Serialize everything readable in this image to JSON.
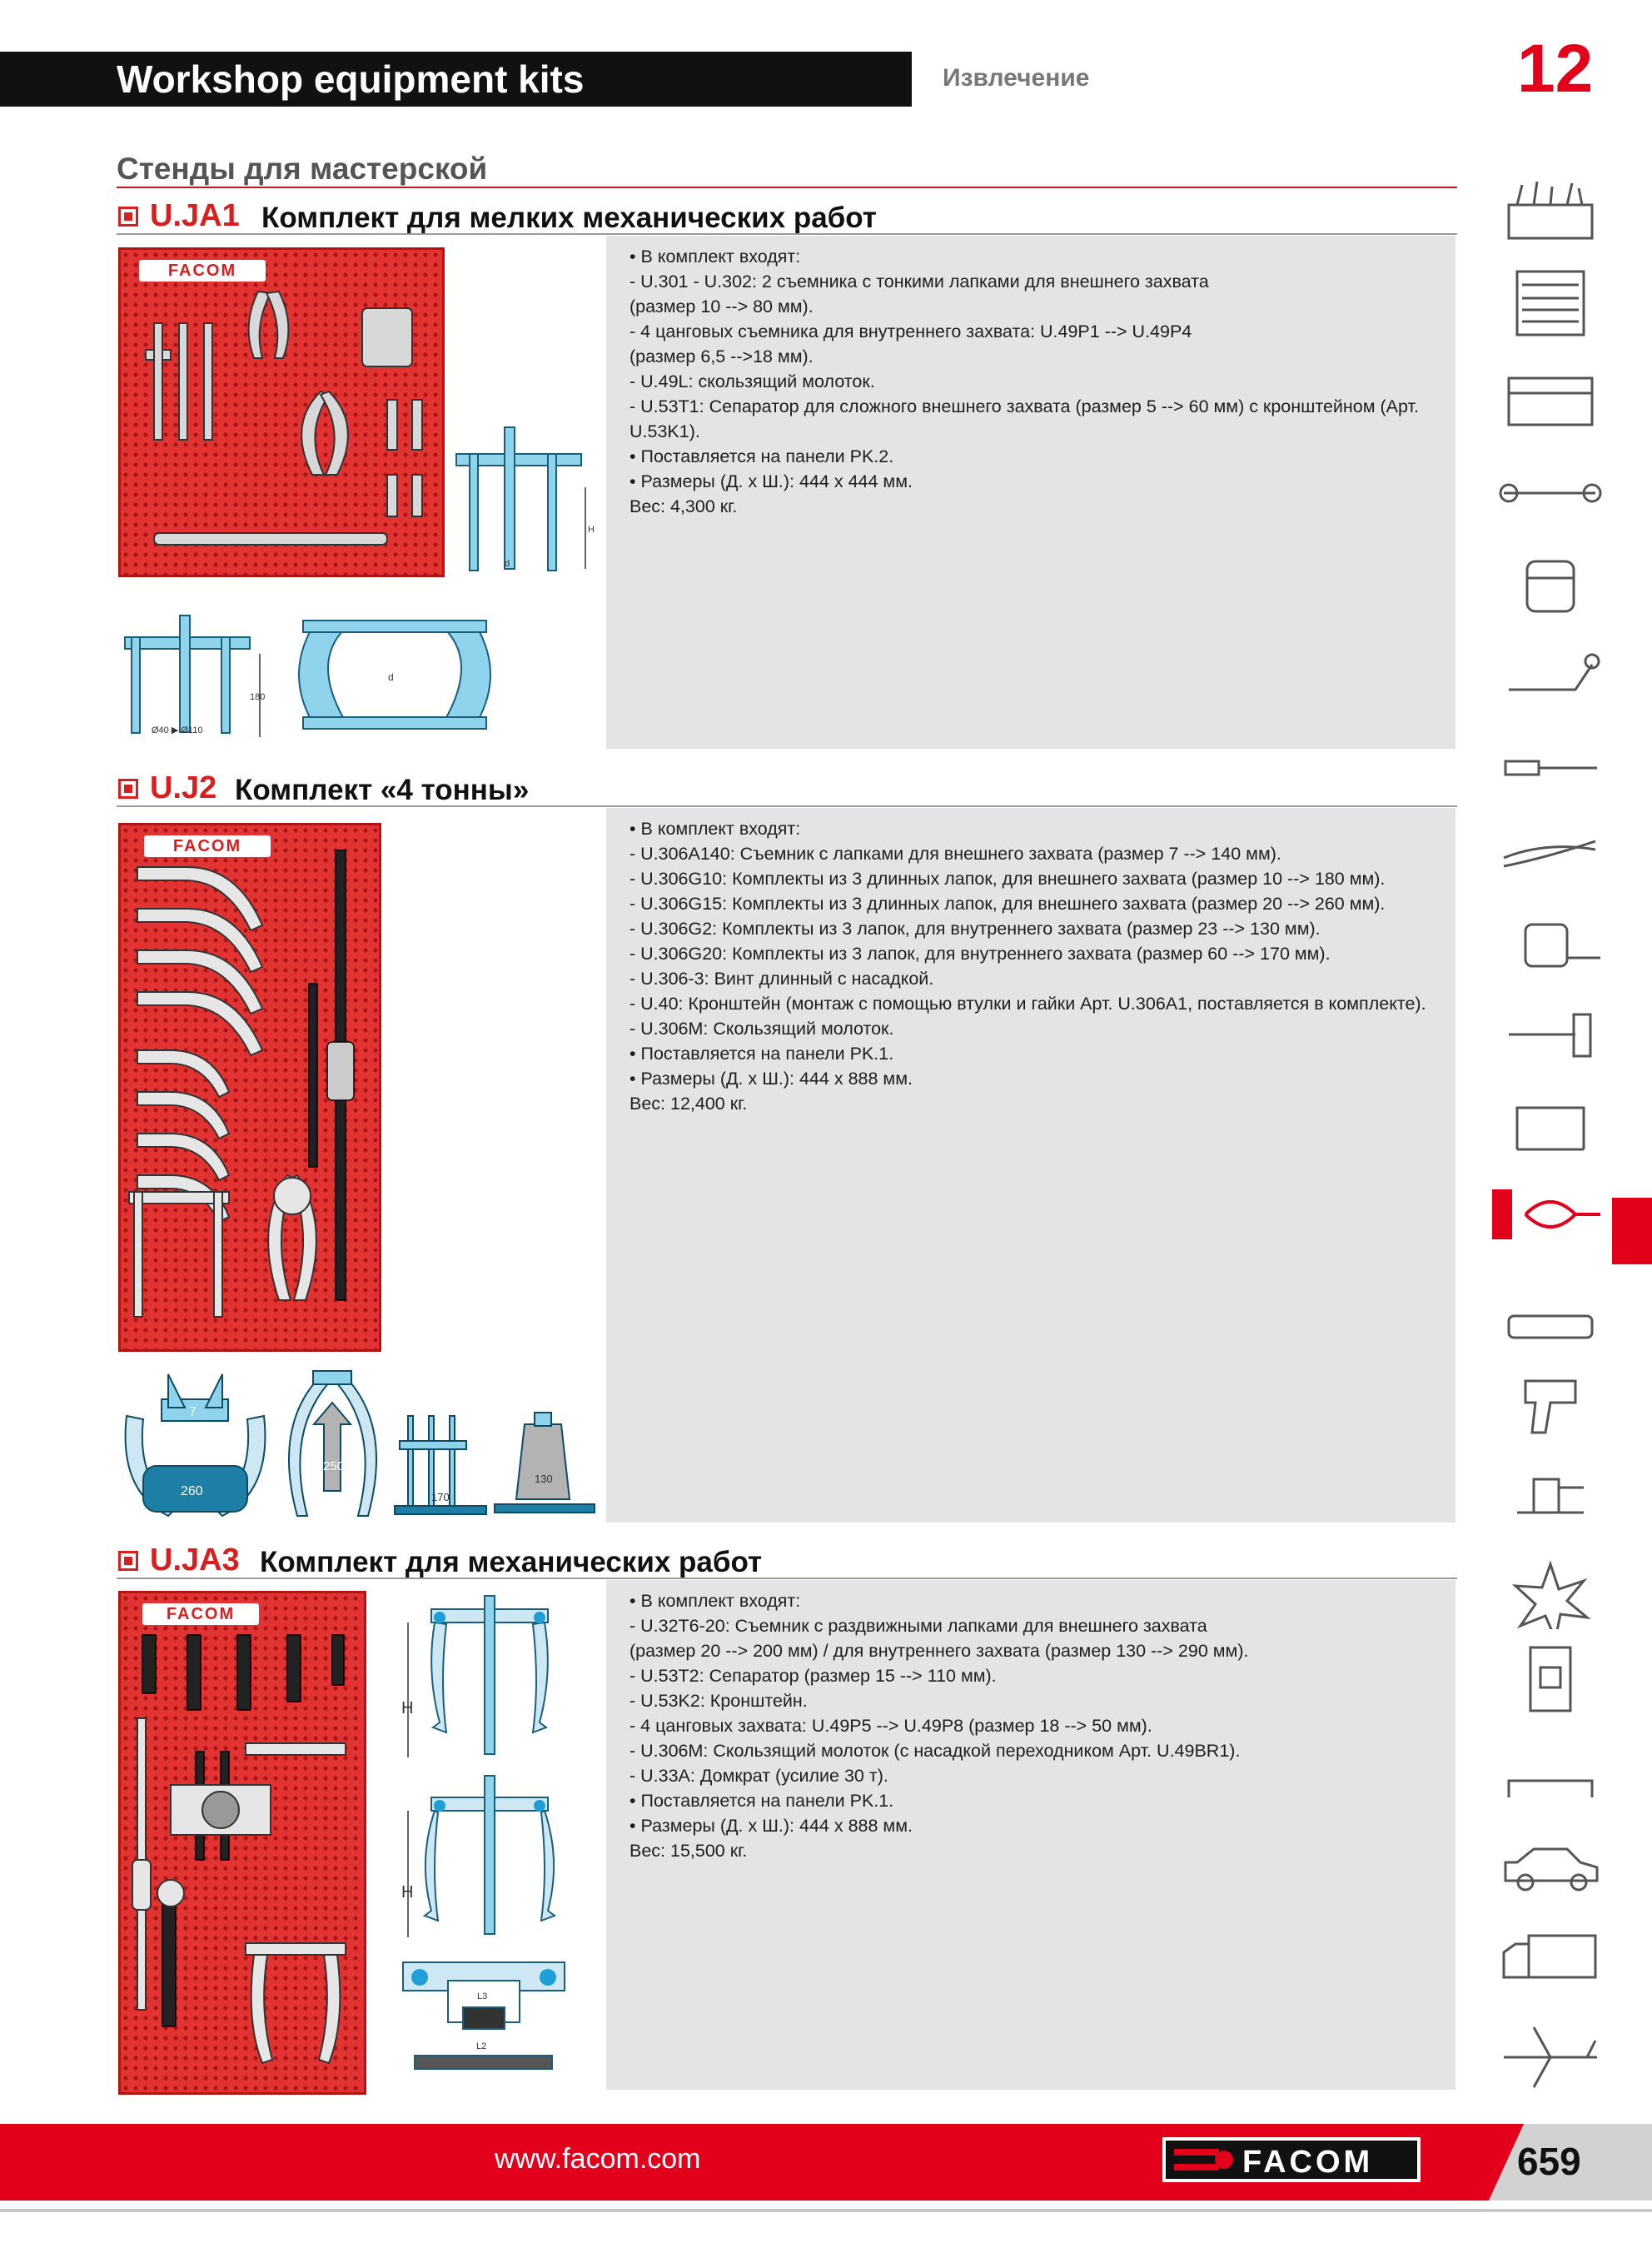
{
  "header": {
    "title": "Workshop equipment kits",
    "subtitle": "Извлечение",
    "chapter_number": "12"
  },
  "category_title": "Стенды для мастерской",
  "sections": [
    {
      "code": "U.JA1",
      "name": "Комплект для мелких механических работ",
      "lines": [
        "• В комплект входят:",
        "- U.301 - U.302: 2 съемника с тонкими лапками для внешнего захвата",
        "(размер 10 --> 80 мм).",
        "- 4 цанговых съемника для внутреннего захвата: U.49P1 --> U.49P4",
        "(размер 6,5 -->18 мм).",
        "- U.49L: скользящий молоток.",
        "- U.53T1: Сепаратор для сложного внешнего захвата (размер 5 --> 60 мм) с кронштейном (Арт.",
        "   U.53K1).",
        "• Поставляется  на панели PK.2.",
        "• Размеры (Д. х Ш.): 444 х 444 мм.",
        "Вес: 4,300 кг."
      ]
    },
    {
      "code": "U.J2",
      "name": "Комплект «4 тонны»",
      "lines": [
        "• В комплект входят:",
        "- U.306A140: Съемник с лапками для внешнего захвата (размер 7 --> 140 мм).",
        "- U.306G10: Комплекты из 3 длинных лапок, для внешнего захвата (размер 10 --> 180 мм).",
        "- U.306G15: Комплекты из 3 длинных лапок, для внешнего захвата (размер 20 --> 260 мм).",
        "- U.306G2: Комплекты из 3 лапок, для внутреннего захвата (размер 23 --> 130 мм).",
        "- U.306G20: Комплекты из 3 лапок, для внутреннего захвата (размер 60 --> 170 мм).",
        "- U.306-3: Винт длинный с насадкой.",
        "- U.40: Кронштейн (монтаж с помощью втулки и гайки Арт. U.306A1, поставляется в комплекте).",
        "- U.306M: Скользящий молоток.",
        "• Поставляется на панели PK.1.",
        "• Размеры (Д. х Ш.): 444 х 888 мм.",
        "Вес: 12,400 кг."
      ]
    },
    {
      "code": "U.JA3",
      "name": "Комплект для механических работ",
      "lines": [
        "• В комплект входят:",
        "- U.32T6-20: Съемник с раздвижными лапками для внешнего захвата",
        "(размер 20 --> 200 мм) / для внутреннего захвата (размер 130 --> 290 мм).",
        "- U.53T2: Сепаратор (размер 15 --> 110 мм).",
        "- U.53K2: Кронштейн.",
        "- 4 цанговых захвата: U.49P5 --> U.49P8 (размер 18 --> 50 мм).",
        "- U.306M: Скользящий молоток (с насадкой переходником Арт. U.49BR1).",
        "- U.33A: Домкрат (усилие 30 т).",
        "• Поставляется на панели PK.1.",
        "• Размеры (Д. х Ш.): 444 х 888 мм.",
        "Вес: 15,500 кг."
      ]
    }
  ],
  "images": {
    "board_logo": "FACOM",
    "dim_h": "H",
    "dim_d": "d",
    "dim_180": "180",
    "dim_range": "Ø40 ▶ Ø110",
    "val_7": "7",
    "val_260": "260",
    "val_250": "250",
    "val_170": "170",
    "val_130": "130",
    "dim_l3": "L3",
    "dim_l2": "L2"
  },
  "side_icons": [
    "tool-box-icon",
    "tool-cabinet-icon",
    "tool-drawer-icon",
    "wrench-icon",
    "socket-icon",
    "ratchet-icon",
    "screwdriver-icon",
    "pliers-icon",
    "tape-measure-icon",
    "hammer-icon",
    "hacksaw-icon",
    "puller-icon",
    "electrical-tester-icon",
    "impact-wrench-icon",
    "vise-icon",
    "safety-spark-icon",
    "circuit-breaker-icon",
    "handle-icon",
    "car-icon",
    "truck-icon",
    "airplane-icon"
  ],
  "footer": {
    "url": "www.facom.com",
    "logo": "FACOM",
    "page_number": "659"
  },
  "colors": {
    "brand_red": "#e3001b",
    "header_black": "#111111",
    "panel_grey": "#e4e4e6",
    "diagram_blue": "#8fd3ec"
  }
}
